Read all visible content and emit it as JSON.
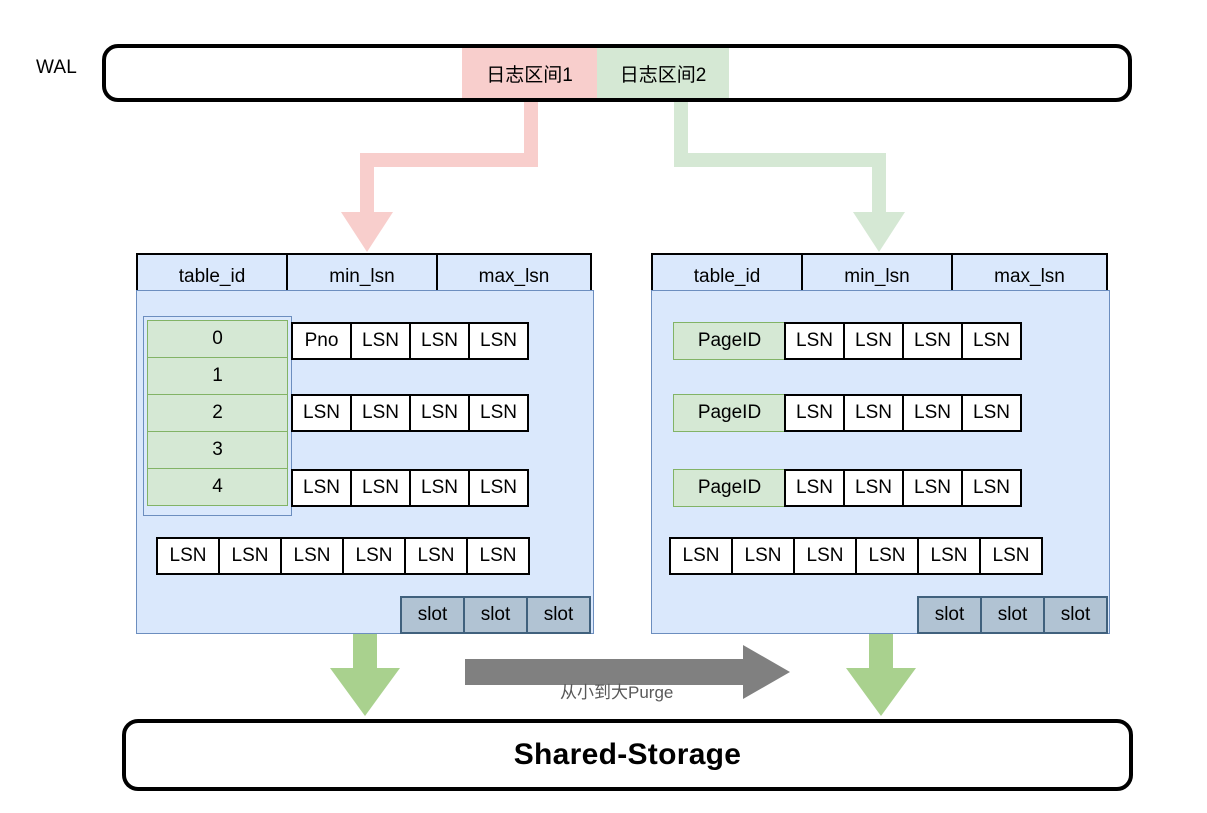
{
  "wal": {
    "label": "WAL",
    "segments": [
      {
        "name": "log-range-1",
        "label": "日志区间1",
        "color": "#f8cecc"
      },
      {
        "name": "log-range-2",
        "label": "日志区间2",
        "color": "#d5e8d4"
      }
    ]
  },
  "panels": [
    {
      "id": "left",
      "headers": [
        "table_id",
        "min_lsn",
        "max_lsn"
      ],
      "table_id_column": [
        "0",
        "1",
        "2",
        "3",
        "4"
      ],
      "rows": [
        [
          "Pno",
          "LSN",
          "LSN",
          "LSN"
        ],
        [
          "LSN",
          "LSN",
          "LSN",
          "LSN"
        ],
        [
          "LSN",
          "LSN",
          "LSN",
          "LSN"
        ]
      ],
      "overflow_row": [
        "LSN",
        "LSN",
        "LSN",
        "LSN",
        "LSN",
        "LSN"
      ],
      "slots": [
        "slot",
        "slot",
        "slot"
      ]
    },
    {
      "id": "right",
      "headers": [
        "table_id",
        "min_lsn",
        "max_lsn"
      ],
      "rows": [
        [
          "PageID",
          "LSN",
          "LSN",
          "LSN",
          "LSN"
        ],
        [
          "PageID",
          "LSN",
          "LSN",
          "LSN",
          "LSN"
        ],
        [
          "PageID",
          "LSN",
          "LSN",
          "LSN",
          "LSN"
        ]
      ],
      "overflow_row": [
        "LSN",
        "LSN",
        "LSN",
        "LSN",
        "LSN",
        "LSN"
      ],
      "slots": [
        "slot",
        "slot",
        "slot"
      ]
    }
  ],
  "purge": {
    "label": "从小到大Purge",
    "color": "#808080"
  },
  "storage": {
    "label": "Shared-Storage"
  },
  "colors": {
    "pink": "#f8cecc",
    "green": "#d5e8d4",
    "green_border": "#82b366",
    "blue_panel": "#dae8fc",
    "blue_border": "#6c8ebf",
    "slot": "#b1c3d3",
    "arrow_green": "#a9d18e",
    "gray": "#808080"
  }
}
